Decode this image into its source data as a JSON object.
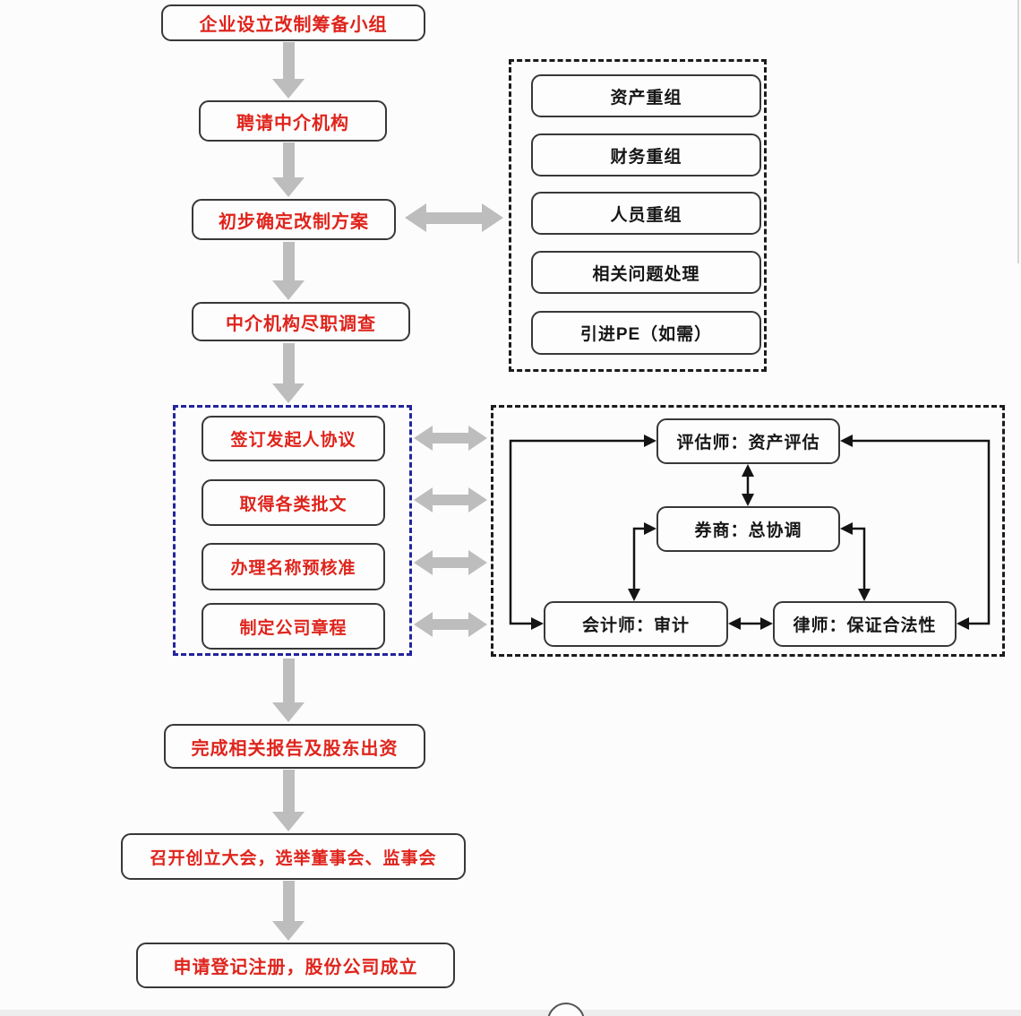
{
  "colors": {
    "red_text": "#df241c",
    "gray_arrow": "#bdbdbd",
    "blue_dashed": "#24249c",
    "black_dashed": "#1c1c1c",
    "box_border": "#383838"
  },
  "flow": {
    "step1": "企业设立改制筹备小组",
    "step2": "聘请中介机构",
    "step3": "初步确定改制方案",
    "step4": "中介机构尽职调查",
    "prep_items": [
      "签订发起人协议",
      "取得各类批文",
      "办理名称预核准",
      "制定公司章程"
    ],
    "step6": "完成相关报告及股东出资",
    "step7": "召开创立大会，选举董事会、监事会",
    "step8": "申请登记注册，股份公司成立"
  },
  "restructuring": {
    "items": [
      "资产重组",
      "财务重组",
      "人员重组",
      "相关问题处理",
      "引进PE（如需）"
    ]
  },
  "intermediaries": {
    "appraiser": "评估师：资产评估",
    "broker": "券商：总协调",
    "accountant": "会计师：审计",
    "lawyer": "律师：保证合法性"
  }
}
